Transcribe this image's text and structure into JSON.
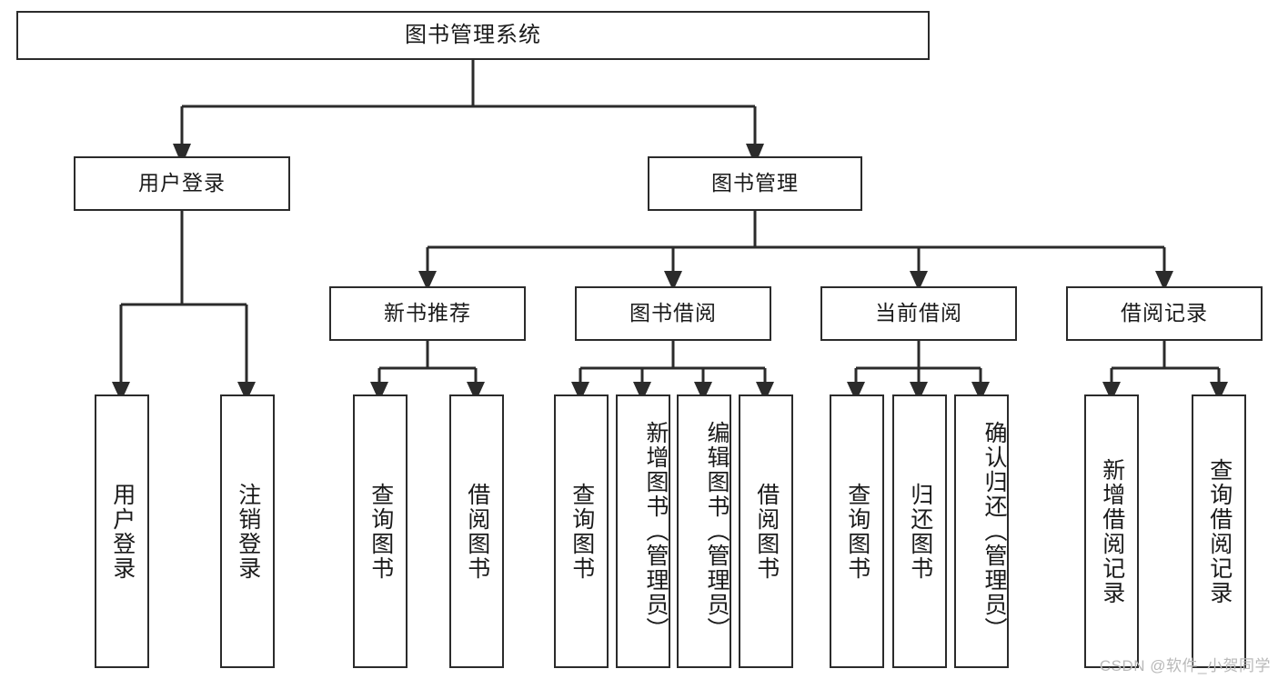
{
  "diagram": {
    "title": "图书管理系统",
    "type": "tree",
    "root": {
      "id": "root",
      "label": "图书管理系统"
    },
    "level2": [
      {
        "id": "user-login",
        "label": "用户登录"
      },
      {
        "id": "book-manage",
        "label": "图书管理"
      }
    ],
    "level3": [
      {
        "id": "new-book-recommend",
        "label": "新书推荐",
        "parent": "book-manage"
      },
      {
        "id": "book-borrow",
        "label": "图书借阅",
        "parent": "book-manage"
      },
      {
        "id": "current-borrow",
        "label": "当前借阅",
        "parent": "book-manage"
      },
      {
        "id": "borrow-record",
        "label": "借阅记录",
        "parent": "book-manage"
      }
    ],
    "leaves": [
      {
        "id": "leaf-user-login",
        "label": "用户登录",
        "parent": "user-login"
      },
      {
        "id": "leaf-logout",
        "label": "注销登录",
        "parent": "user-login"
      },
      {
        "id": "leaf-query-book-1",
        "label": "查询图书",
        "parent": "new-book-recommend"
      },
      {
        "id": "leaf-borrow-book-1",
        "label": "借阅图书",
        "parent": "new-book-recommend"
      },
      {
        "id": "leaf-query-book-2",
        "label": "查询图书",
        "parent": "book-borrow"
      },
      {
        "id": "leaf-add-book",
        "label": "新增图书（管理员）",
        "parent": "book-borrow"
      },
      {
        "id": "leaf-edit-book",
        "label": "编辑图书（管理员）",
        "parent": "book-borrow"
      },
      {
        "id": "leaf-borrow-book-2",
        "label": "借阅图书",
        "parent": "book-borrow"
      },
      {
        "id": "leaf-query-book-3",
        "label": "查询图书",
        "parent": "current-borrow"
      },
      {
        "id": "leaf-return-book",
        "label": "归还图书",
        "parent": "current-borrow"
      },
      {
        "id": "leaf-confirm-return",
        "label": "确认归还（管理员）",
        "parent": "current-borrow"
      },
      {
        "id": "leaf-add-record",
        "label": "新增借阅记录",
        "parent": "borrow-record"
      },
      {
        "id": "leaf-query-record",
        "label": "查询借阅记录",
        "parent": "borrow-record"
      }
    ]
  },
  "watermark": {
    "text": "CSDN @软件_小贺同学"
  },
  "colors": {
    "stroke": "#2b2b2b",
    "background": "#ffffff",
    "text": "#1a1a1a",
    "watermark": "#b9b9b9"
  }
}
